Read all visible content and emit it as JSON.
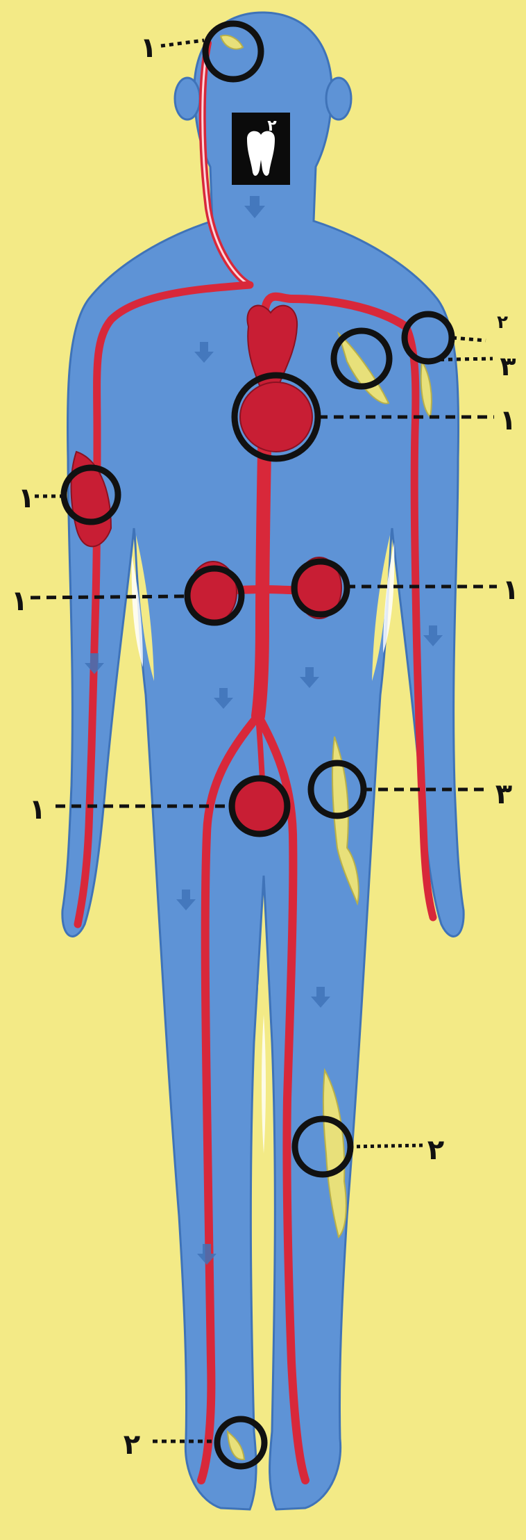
{
  "colors": {
    "background": "#f3ea86",
    "body": "#5e93d6",
    "body_shadow": "#4a7fc4",
    "artery": "#d8283a",
    "organ": "#c81e34",
    "nerve": "#e8e07a",
    "marker": "#111111"
  },
  "icons": [
    "tooth-icon",
    "arrow-down-icon"
  ],
  "markers": [
    {
      "site": "head",
      "label": "۱"
    },
    {
      "site": "left-shoulder",
      "label": "۲"
    },
    {
      "site": "left-shoulder-nerve",
      "label": "۳"
    },
    {
      "site": "heart",
      "label": "۱"
    },
    {
      "site": "right-elbow",
      "label": "۱"
    },
    {
      "site": "right-kidney",
      "label": "۱"
    },
    {
      "site": "left-kidney",
      "label": "۱"
    },
    {
      "site": "pelvis",
      "label": "۱"
    },
    {
      "site": "groin-nerve",
      "label": "۳"
    },
    {
      "site": "left-knee",
      "label": "۲"
    },
    {
      "site": "right-ankle",
      "label": "۲"
    }
  ]
}
